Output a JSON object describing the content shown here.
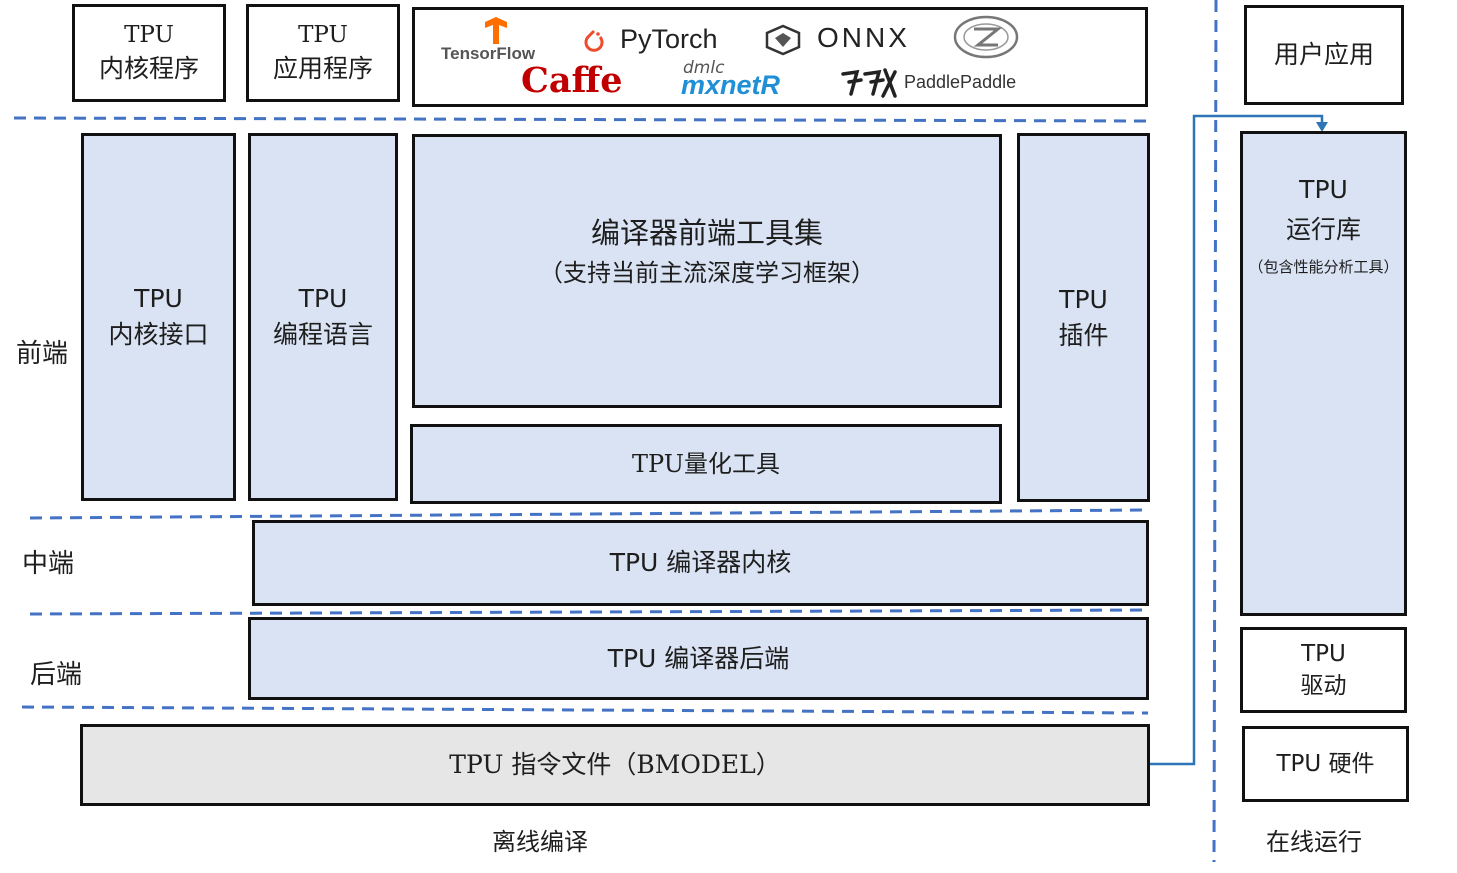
{
  "apps": {
    "kernel_program": [
      "TPU",
      "内核程序"
    ],
    "application": [
      "TPU",
      "应用程序"
    ],
    "user_app": "用户应用"
  },
  "frameworks": {
    "tensorflow": "TensorFlow",
    "pytorch": "PyTorch",
    "onnx": "ONNX",
    "caffe": "Caffe",
    "mxnet_top": "dmlc",
    "mxnet": "mxnetR",
    "paddle": "PaddlePaddle"
  },
  "frontend": {
    "kernel_interface": [
      "TPU",
      "内核接口"
    ],
    "programming_language": [
      "TPU",
      "编程语言"
    ],
    "compiler_frontend_title": "编译器前端工具集",
    "compiler_frontend_sub": "（支持当前主流深度学习框架）",
    "quantization": "TPU量化工具",
    "plugin": [
      "TPU",
      "插件"
    ]
  },
  "middle": {
    "compiler_core": "TPU 编译器内核"
  },
  "backend": {
    "compiler_backend": "TPU 编译器后端"
  },
  "bmodel": "TPU 指令文件（BMODEL）",
  "runtime": {
    "library": [
      "TPU",
      "运行库"
    ],
    "library_note": "（包含性能分析工具）",
    "driver": [
      "TPU",
      "驱动"
    ],
    "hardware": "TPU 硬件"
  },
  "stage_labels": {
    "front": "前端",
    "middle": "中端",
    "back": "后端",
    "offline": "离线编译",
    "online": "在线运行"
  },
  "colors": {
    "block_fill": "#dae3f3",
    "bmodel_fill": "#e6e6e6",
    "dash": "#4472c4",
    "connector": "#2e75b6",
    "tensorflow": "#ff6f00",
    "pytorch": "#ee4c2c",
    "caffe": "#c00000",
    "mxnet": "#1f8fd6"
  }
}
